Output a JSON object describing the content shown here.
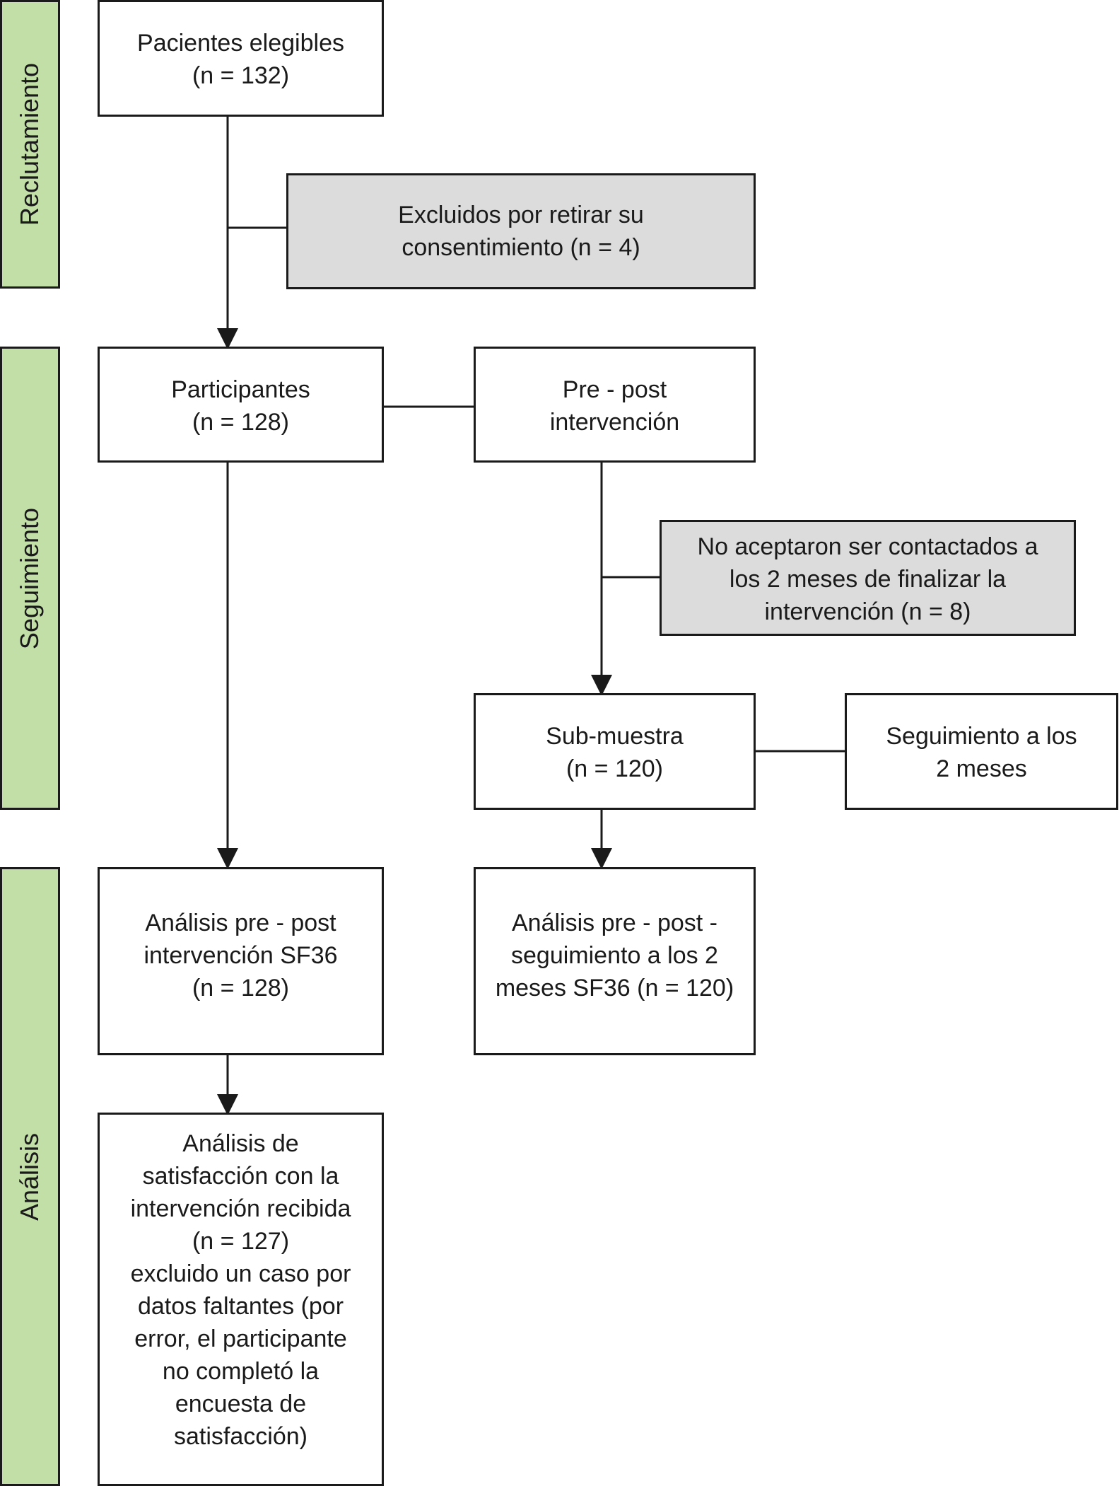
{
  "colors": {
    "phase_fill": "#c2dfa8",
    "exclusion_fill": "#dcdcdc",
    "box_fill": "#ffffff",
    "line": "#1a1a1a"
  },
  "phases": {
    "recruitment": "Reclutamiento",
    "followup": "Seguimiento",
    "analysis": "Análisis"
  },
  "boxes": {
    "eligible": "Pacientes elegibles\n(n = 132)",
    "excluded_consent": "Excluidos por retirar su\nconsentimiento (n = 4)",
    "participants": "Participantes\n(n = 128)",
    "pre_post": "Pre - post\nintervención",
    "not_contacted": "No aceptaron ser contactados a\nlos 2 meses de finalizar la\nintervención (n = 8)",
    "subsample": "Sub-muestra\n(n = 120)",
    "followup_2m": "Seguimiento a los\n2 meses",
    "analysis_pre_post": "Análisis pre - post\nintervención SF36\n(n = 128)",
    "analysis_followup": "Análisis pre - post -\nseguimiento a los 2\nmeses SF36 (n = 120)",
    "analysis_satisfaction": "Análisis de\nsatisfacción con la\nintervención recibida\n(n = 127)\nexcluido un caso por\ndatos faltantes (por\nerror, el participante\nno completó la\nencuesta de\nsatisfacción)"
  }
}
